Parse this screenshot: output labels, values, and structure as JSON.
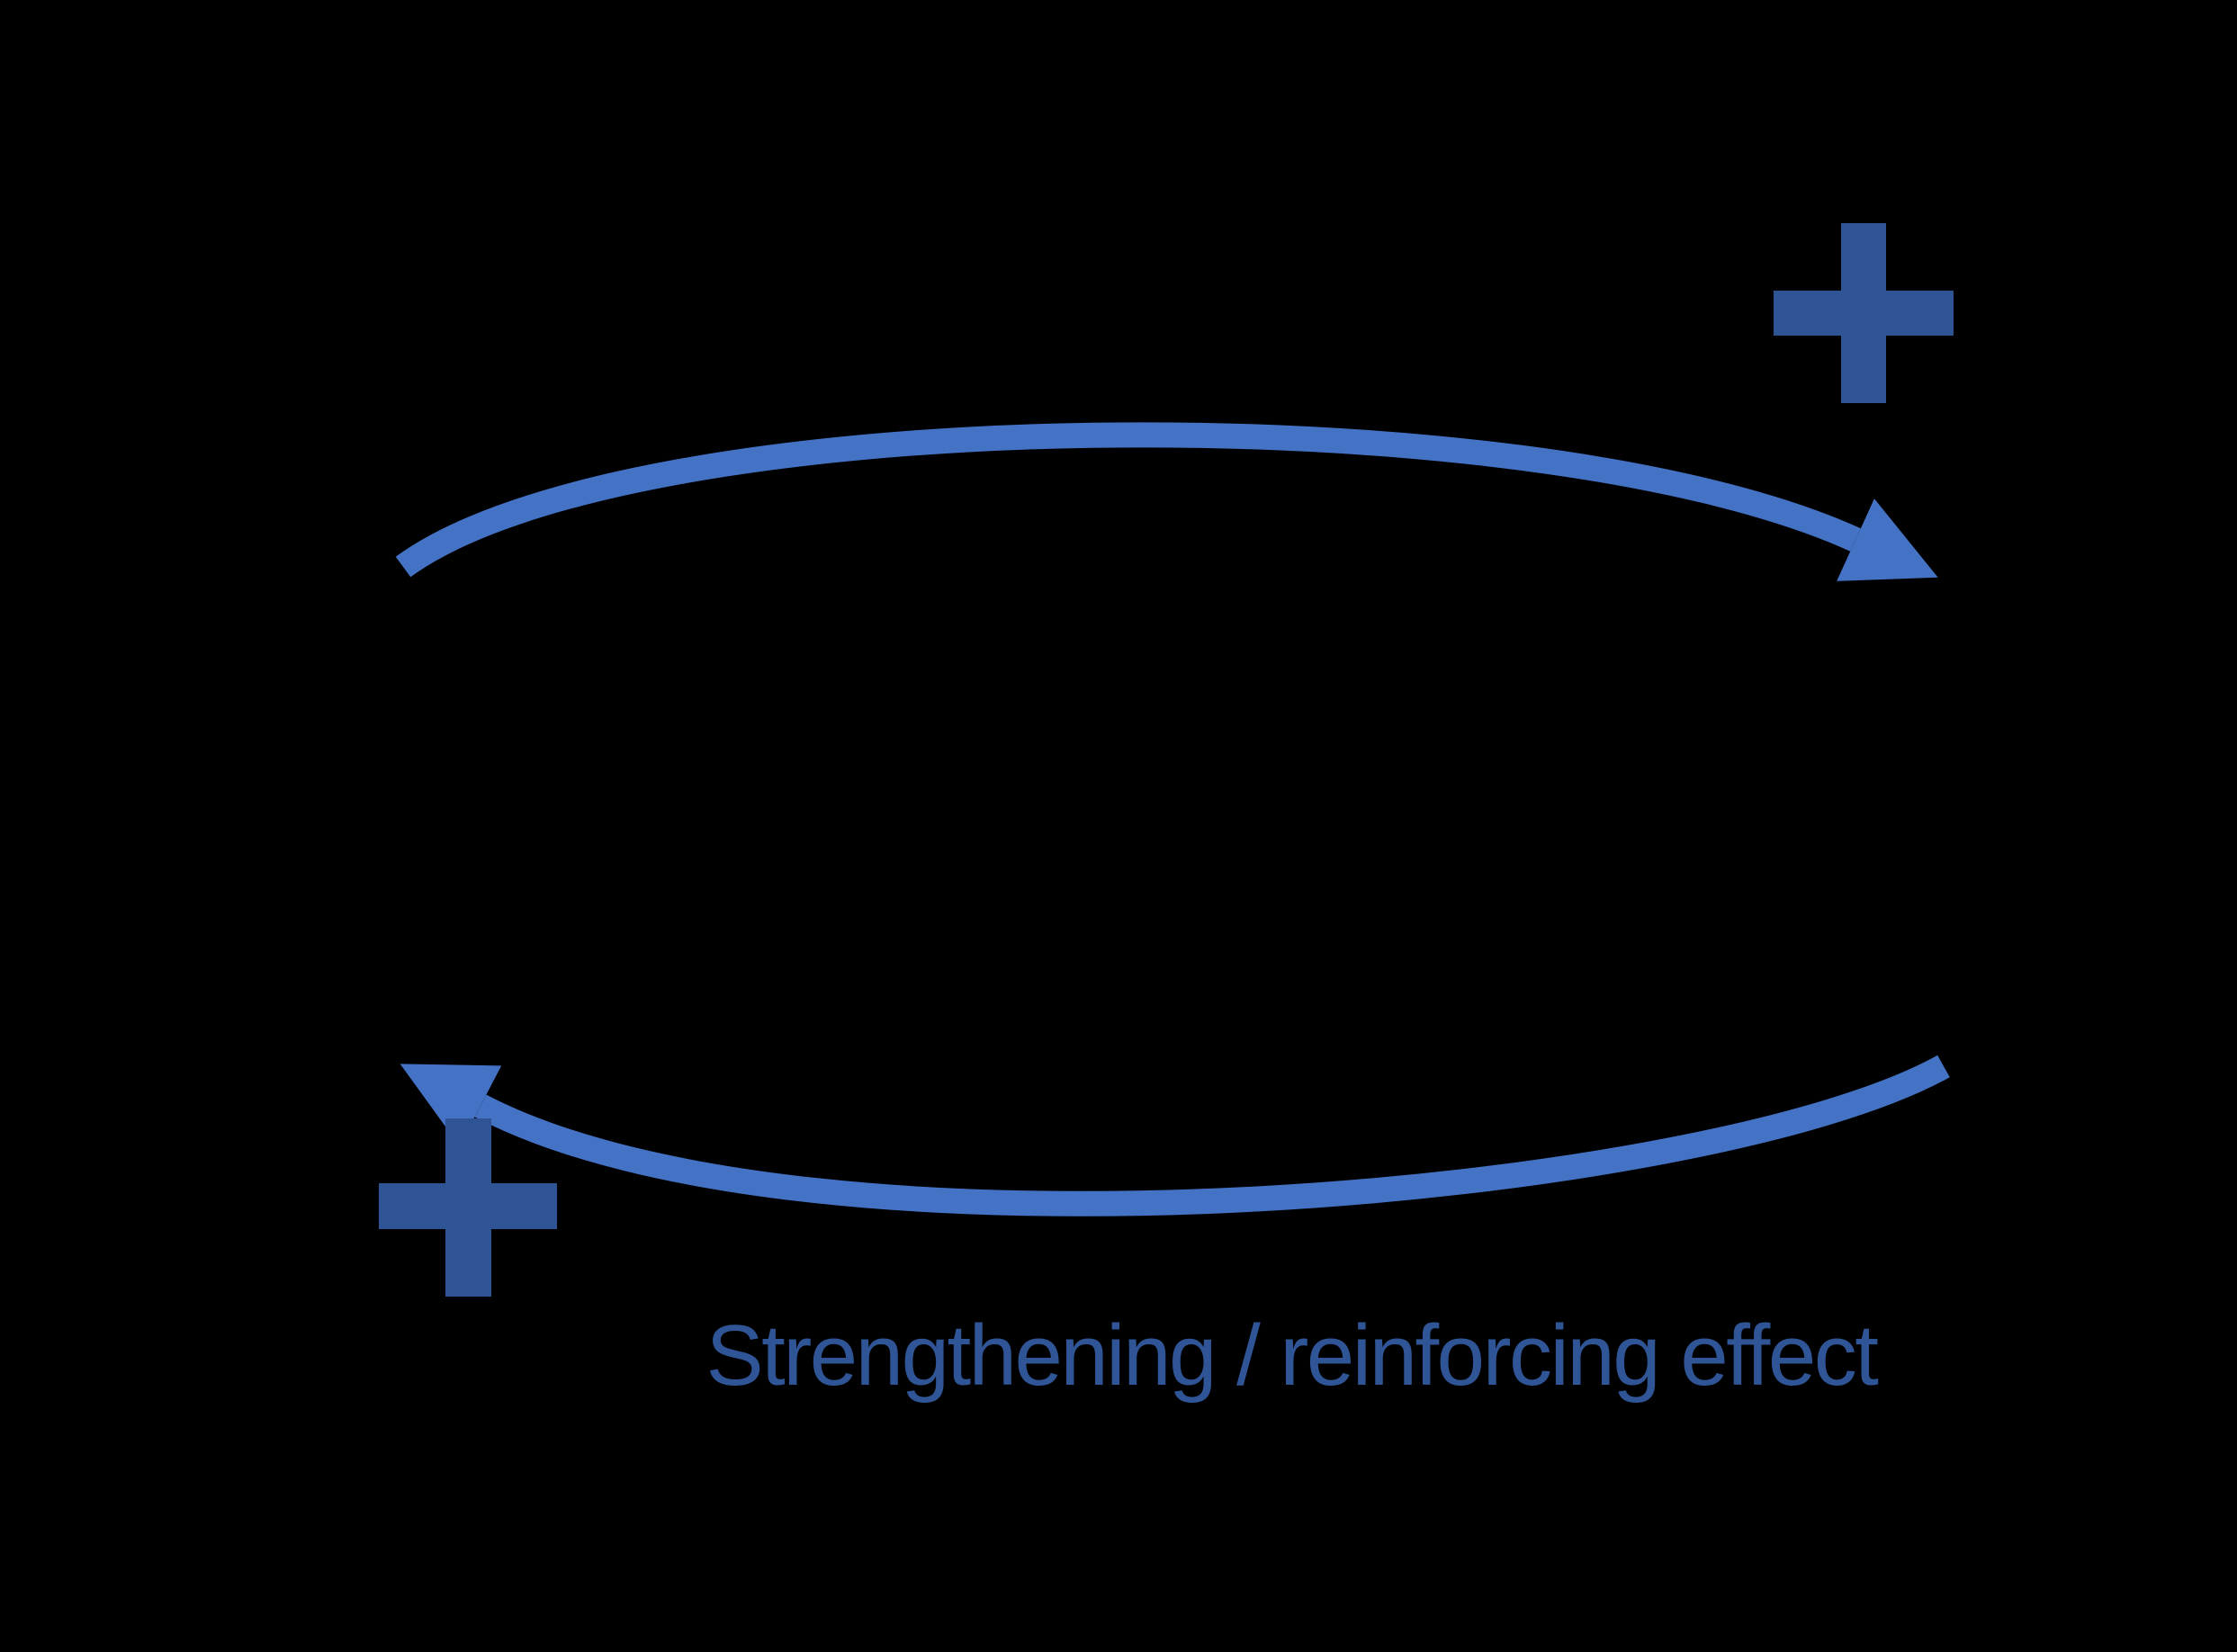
{
  "diagram": {
    "caption": "Strengthening / reinforcing effect",
    "arrows": {
      "top": {
        "description": "curved arrow arcing from lower-left up and over to the right, arrowhead pointing down-right",
        "polarity": "+"
      },
      "bottom": {
        "description": "curved arrow arcing from lower-right down and back to the left, arrowhead pointing up-left",
        "polarity": "+"
      }
    },
    "icons": {
      "top_right_plus": "+",
      "bottom_left_plus": "+"
    }
  },
  "colors": {
    "background": "#000000",
    "arrow": "#4472C4",
    "plus": "#2E5496",
    "caption": "#2F5597"
  }
}
